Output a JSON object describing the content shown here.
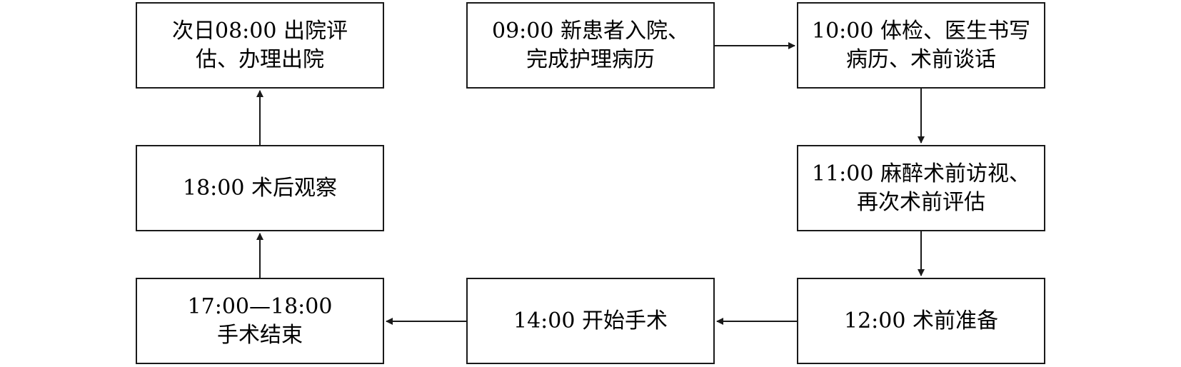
{
  "steps": {
    "discharge": {
      "line1": "次日08:00 出院评",
      "line2": "估、办理出院"
    },
    "admission": {
      "line1": "09:00 新患者入院、",
      "line2": "完成护理病历"
    },
    "exam": {
      "line1": "10:00 体检、医生书写",
      "line2": "病历、术前谈话"
    },
    "anesthesia_visit": {
      "line1": "11:00 麻醉术前访视、",
      "line2": "再次术前评估"
    },
    "postop_observation": {
      "line1": "18:00 术后观察"
    },
    "preop_prep": {
      "line1": "12:00 术前准备"
    },
    "surgery_start": {
      "line1": "14:00 开始手术"
    },
    "surgery_end": {
      "line1": "17:00—18:00",
      "line2": "手术结束"
    }
  },
  "colors": {
    "stroke": "#1a1a1a",
    "background": "#ffffff"
  }
}
